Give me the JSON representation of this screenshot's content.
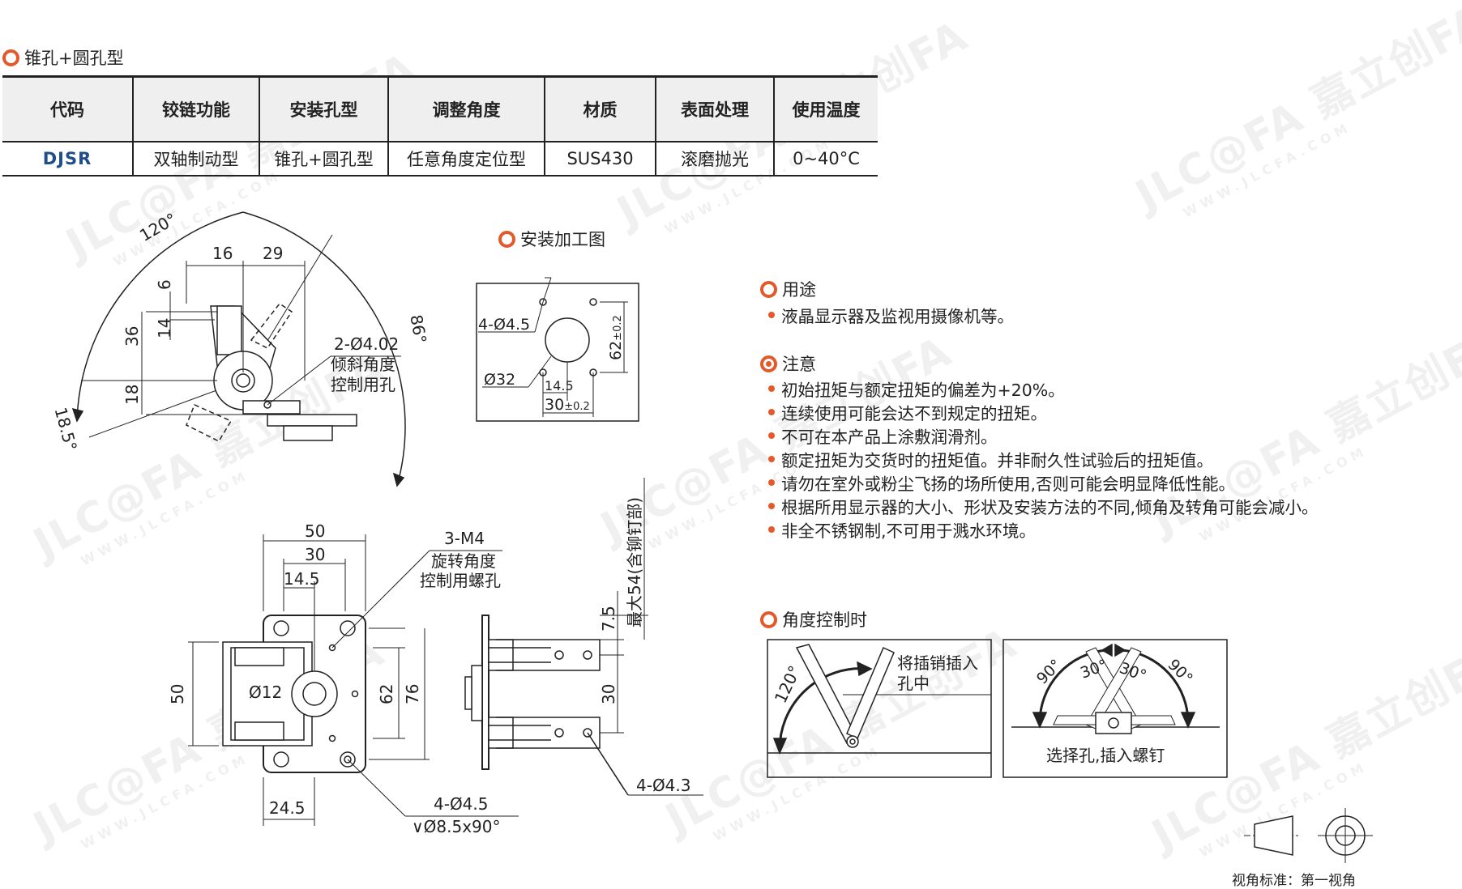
{
  "section_title": "锥孔+圆孔型",
  "table": {
    "headers": [
      "代码",
      "铰链功能",
      "安装孔型",
      "调整角度",
      "材质",
      "表面处理",
      "使用温度"
    ],
    "rows": [
      [
        "DJSR",
        "双轴制动型",
        "锥孔+圆孔型",
        "任意角度定位型",
        "SUS430",
        "滚磨抛光",
        "0~40°C"
      ]
    ]
  },
  "drawing1": {
    "angle_top": "120°",
    "angle_right": "86°",
    "angle_left": "18.5°",
    "dim_16": "16",
    "dim_29": "29",
    "dim_6": "6",
    "dim_14": "14",
    "dim_36": "36",
    "dim_18": "18",
    "callout_hole": "2-Ø4.02",
    "callout_text1": "倾斜角度",
    "callout_text2": "控制用孔"
  },
  "mount": {
    "title": "安装加工图",
    "holes": "4-Ø4.5",
    "center": "Ø32",
    "dim_62": "62",
    "tol_62": "±0.2",
    "dim_145": "14.5",
    "dim_30": "30",
    "tol_30": "±0.2"
  },
  "usage": {
    "title": "用途",
    "text": "液晶显示器及监视用摄像机等。"
  },
  "notes": {
    "title": "注意",
    "items": [
      "初始扭矩与额定扭矩的偏差为+20%。",
      "连续使用可能会达不到规定的扭矩。",
      "不可在本产品上涂敷润滑剂。",
      "额定扭矩为交货时的扭矩值。并非耐久性试验后的扭矩值。",
      "请勿在室外或粉尘飞扬的场所使用,否则可能会明显降低性能。",
      "根据所用显示器的大小、形状及安装方法的不同,倾角及转角可能会减小。",
      "非全不锈钢制,不可用于溅水环境。"
    ]
  },
  "front": {
    "dim_50w": "50",
    "dim_30w": "30",
    "dim_145": "14.5",
    "thread": "3-M4",
    "thread_text1": "旋转角度",
    "thread_text2": "控制用螺孔",
    "dim_50h": "50",
    "dim_d12": "Ø12",
    "dim_62": "62",
    "dim_76": "76",
    "dim_245": "24.5",
    "holes": "4-Ø4.5",
    "csk": "Ø8.5x90°"
  },
  "side": {
    "dim_75": "7.5",
    "dim_max": "最大54(含铆钉部)",
    "dim_30": "30",
    "holes": "4-Ø4.3"
  },
  "angle_control": {
    "title": "角度控制时",
    "left_angle": "120°",
    "left_text1": "将插销插入",
    "left_text2": "孔中",
    "right_a1": "90°",
    "right_a2": "30°",
    "right_a3": "30°",
    "right_a4": "90°",
    "right_text": "选择孔,插入螺钉"
  },
  "footer": "视角标准：第一视角",
  "watermark": {
    "big": "JLC@FA 嘉立创FA",
    "small": "WWW.JLCFA.COM"
  },
  "colors": {
    "accent": "#e2592a",
    "code": "#1f4f8a"
  }
}
